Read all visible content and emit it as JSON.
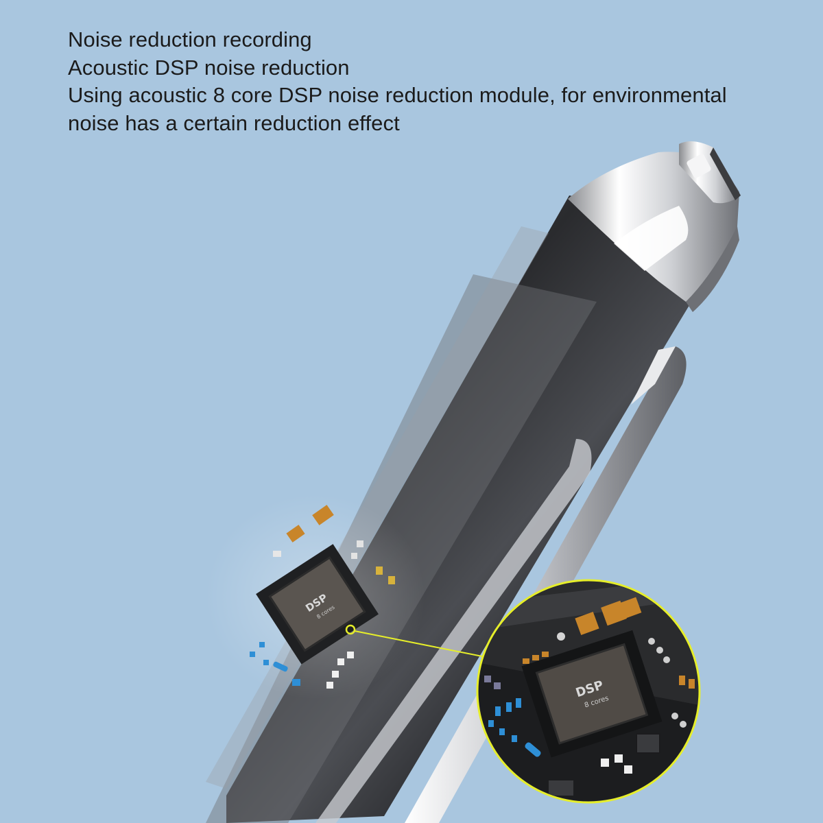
{
  "headline": {
    "line1": "Noise reduction recording",
    "line2": "Acoustic DSP noise reduction",
    "line3": "Using acoustic 8 core DSP noise reduction module, for environmental",
    "line4": "noise has a certain reduction effect"
  },
  "chip": {
    "main_label": "DSP",
    "sub_label": "8 cores"
  },
  "zoom_chip": {
    "main_label": "DSP",
    "sub_label": "8 cores"
  },
  "colors": {
    "background": "#a9c6df",
    "pen_body": "#2c2d30",
    "chrome": "#e8e8ea",
    "pcb": "#2a2b2d",
    "callout_line": "#e6ee2a",
    "gold_pad": "#c8852a",
    "blue_component": "#2e8fd6"
  }
}
